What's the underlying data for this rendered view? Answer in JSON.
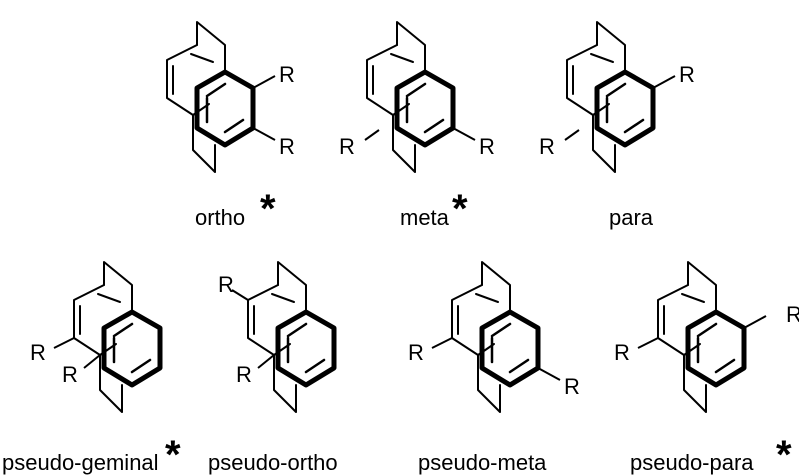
{
  "substituent_label": "R",
  "chirality_marker": "*",
  "top_row": [
    {
      "caption": "ortho",
      "chiral": true
    },
    {
      "caption": "meta",
      "chiral": true
    },
    {
      "caption": "para",
      "chiral": false
    }
  ],
  "bottom_row": [
    {
      "caption": "pseudo-geminal",
      "chiral": true
    },
    {
      "caption": "pseudo-ortho",
      "chiral": false
    },
    {
      "caption": "pseudo-meta",
      "chiral": false
    },
    {
      "caption": "pseudo-para",
      "chiral": true
    }
  ]
}
